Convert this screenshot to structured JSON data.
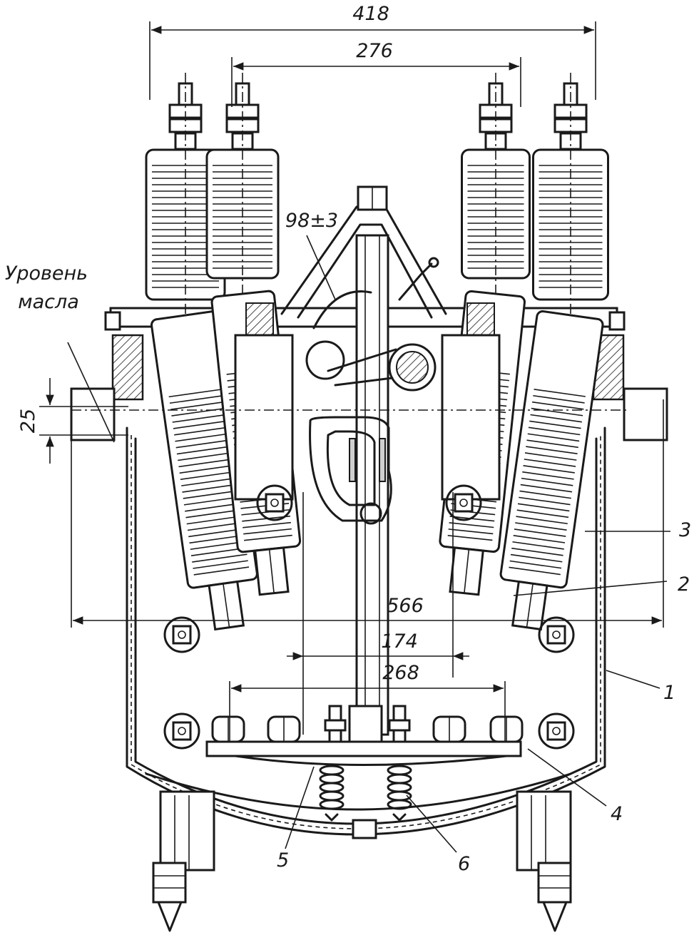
{
  "dimensions": {
    "d418": "418",
    "d276": "276",
    "d98": "98±3",
    "d25": "25",
    "d566": "566",
    "d174": "174",
    "d268": "268"
  },
  "oil_level": {
    "line1": "Уровень",
    "line2": "масла"
  },
  "callouts": [
    "1",
    "2",
    "3",
    "4",
    "5",
    "6"
  ]
}
